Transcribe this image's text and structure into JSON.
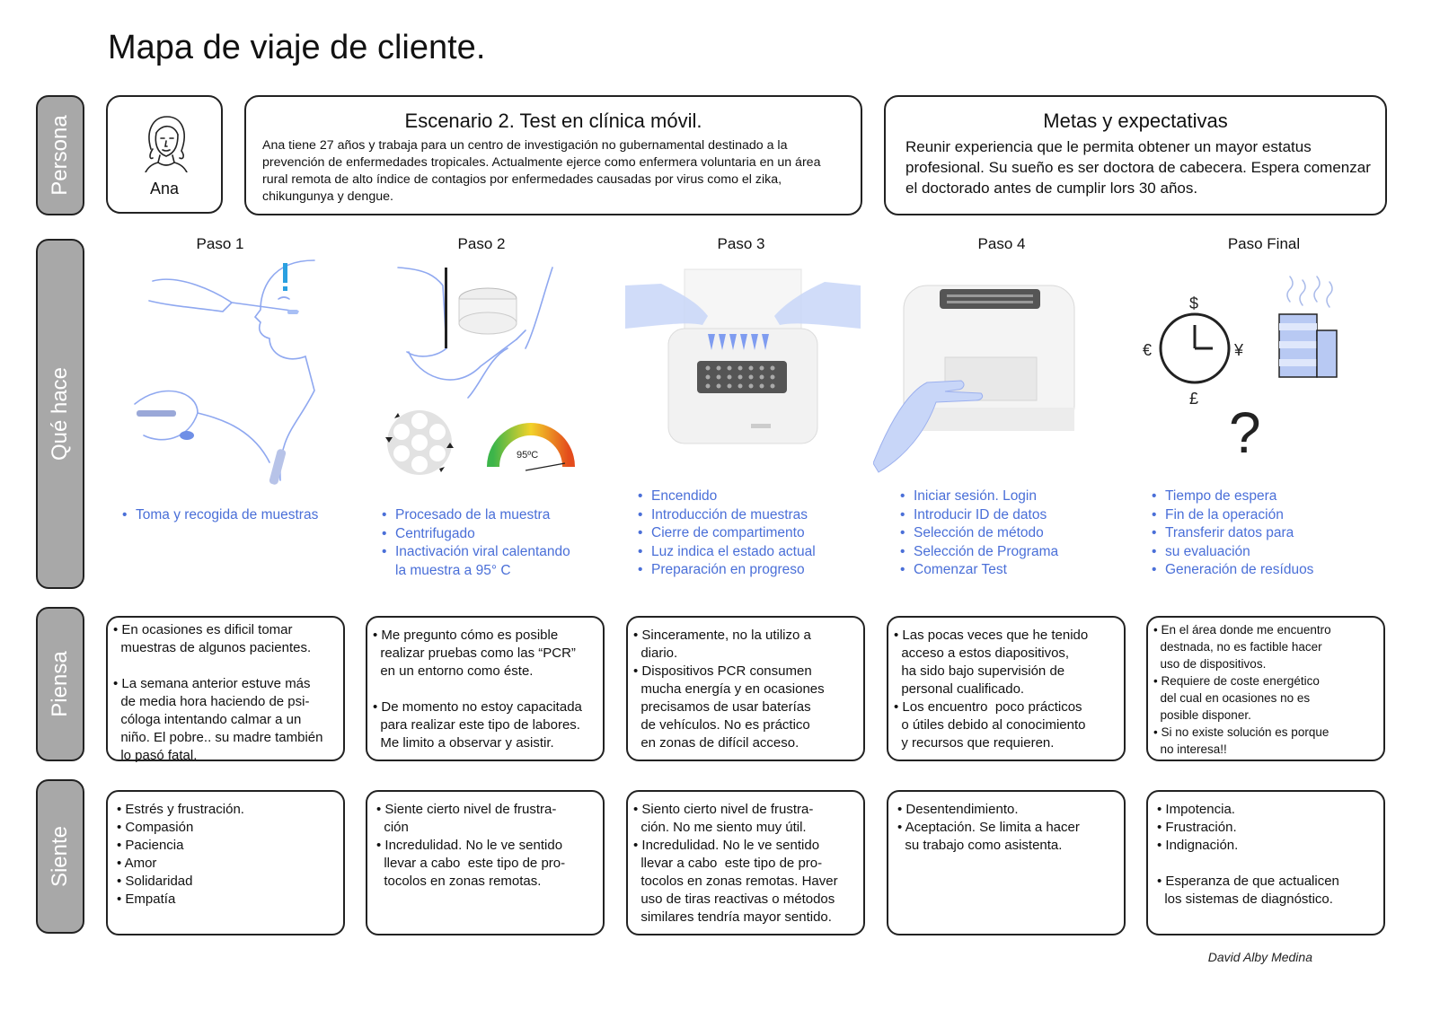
{
  "title": "Mapa de viaje de cliente.",
  "rows": {
    "persona": "Persona",
    "que_hace": "Qué hace",
    "piensa": "Piensa",
    "siente": "Siente"
  },
  "persona": {
    "name": "Ana",
    "avatar_icon": "woman-face-icon"
  },
  "scenario": {
    "title": "Escenario 2. Test en clínica móvil.",
    "text": "Ana tiene 27 años y trabaja para un centro de investigación no gubernamental destinado a la prevención de enfermedades tropicales.  Actualmente ejerce como enfermera voluntaria en un área rural remota de alto índice de contagios por enfermedades causadas por virus como el zika, chikungunya y dengue."
  },
  "goals": {
    "title": "Metas y expectativas",
    "text": "Reunir experiencia que le permita obtener un mayor estatus profesional. Su sueño es ser doctora de cabecera. Espera comenzar el doctorado antes de cumplir lors 30 años."
  },
  "steps": [
    {
      "label": "Paso 1",
      "illustration": "swab-sampling-illustration",
      "actions": [
        "Toma y recogida de muestras"
      ],
      "piensa": [
        "• En ocasiones es dificil tomar",
        "  muestras de algunos pacientes.",
        "",
        "• La semana anterior estuve más",
        "  de media hora haciendo de psi-",
        "  cóloga intentando calmar a un",
        "  niño. El pobre.. su madre también",
        "  lo pasó fatal."
      ],
      "siente": [
        "• Estrés y frustración.",
        "• Compasión",
        "• Paciencia",
        "• Amor",
        "• Solidaridad",
        "• Empatía"
      ]
    },
    {
      "label": "Paso 2",
      "illustration": "sample-processing-illustration",
      "gauge_label": "95ºC",
      "actions": [
        "Procesado de la muestra",
        "Centrifugado",
        "Inactivación viral calentando",
        "la muestra a 95° C"
      ],
      "piensa": [
        "• Me pregunto cómo es posible",
        "  realizar pruebas como las “PCR”",
        "  en un entorno como éste.",
        "",
        "• De momento no estoy capacitada",
        "  para realizar este tipo de labores.",
        "  Me limito a observar y asistir."
      ],
      "siente": [
        "• Siente cierto nivel de frustra-",
        "  ción",
        "• Incredulidad. No le ve sentido",
        "  llevar a cabo  este tipo de pro-",
        "  tocolos en zonas remotas."
      ]
    },
    {
      "label": "Paso 3",
      "illustration": "pcr-loading-illustration",
      "actions": [
        "Encendido",
        "Introducción de muestras",
        "Cierre de compartimento",
        "Luz indica el estado actual",
        "Preparación en progreso"
      ],
      "piensa": [
        "• Sinceramente, no la utilizo a",
        "  diario.",
        "• Dispositivos PCR consumen",
        "  mucha energía y en ocasiones",
        "  precisamos de usar baterías",
        "  de vehículos. No es práctico",
        "  en zonas de difícil acceso."
      ],
      "siente": [
        "• Siento cierto nivel de frustra-",
        "  ción. No me siento muy útil.",
        "• Incredulidad. No le ve sentido",
        "  llevar a cabo  este tipo de pro-",
        "  tocolos en zonas remotas. Haver",
        "  uso de tiras reactivas o métodos",
        "  similares tendría mayor sentido."
      ]
    },
    {
      "label": "Paso 4",
      "illustration": "pcr-touchscreen-illustration",
      "actions": [
        "Iniciar sesión. Login",
        "Introducir ID de datos",
        "Selección de método",
        "Selección de Programa",
        "Comenzar Test"
      ],
      "piensa": [
        "• Las pocas veces que he tenido",
        "  acceso a estos diapositivos,",
        "  ha sido bajo supervisión de",
        "  personal cualificado.",
        "• Los encuentro  poco prácticos",
        "  o útiles debido al conocimiento",
        "  y recursos que requieren."
      ],
      "siente": [
        "• Desentendimiento.",
        "• Aceptación. Se limita a hacer",
        "  su trabajo como asistenta."
      ]
    },
    {
      "label": "Paso Final",
      "illustration": "time-cost-waste-illustration",
      "currency_labels": [
        "$",
        "€",
        "¥",
        "£"
      ],
      "question_mark": "?",
      "actions": [
        "Tiempo de espera",
        "Fin de la operación",
        "Transferir datos para",
        "su evaluación",
        "Generación de resíduos"
      ],
      "piensa": [
        "• En el área donde me encuentro",
        "  destnada, no es factible hacer",
        "  uso de dispositivos.",
        "• Requiere de coste energético",
        "  del cual en ocasiones no es",
        "  posible disponer.",
        "• Si no existe solución es porque",
        "  no interesa!!"
      ],
      "siente": [
        "• Impotencia.",
        "• Frustración.",
        "• Indignación.",
        "",
        "• Esperanza de que actualicen",
        "  los sistemas de diagnóstico."
      ]
    }
  ],
  "author": "David Alby Medina",
  "colors": {
    "accent_blue": "#4a6fd8",
    "label_gray": "#a8a8a8",
    "illustration_blue": "#8fa8f0"
  }
}
